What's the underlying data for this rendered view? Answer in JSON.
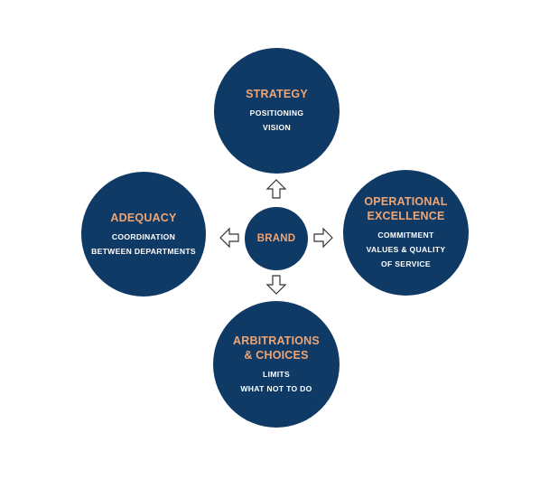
{
  "brand": {
    "title": "BRAND"
  },
  "strategy": {
    "title": [
      "STRATEGY"
    ],
    "items": [
      "POSITIONING",
      "VISION"
    ]
  },
  "adequacy": {
    "title": [
      "ADEQUACY"
    ],
    "items": [
      "COORDINATION",
      "BETWEEN DEPARTMENTS"
    ]
  },
  "operational": {
    "title": [
      "OPERATIONAL",
      "EXCELLENCE"
    ],
    "items": [
      "COMMITMENT",
      "VALUES & QUALITY",
      "OF SERVICE"
    ]
  },
  "arbitrations": {
    "title": [
      "ARBITRATIONS",
      "& CHOICES"
    ],
    "items": [
      "LIMITS",
      "WHAT NOT TO DO"
    ]
  },
  "colors": {
    "circle_fill": "#0f3a66",
    "title_text": "#f0a574",
    "item_text": "#ffffff",
    "arrow_stroke": "#333333"
  }
}
